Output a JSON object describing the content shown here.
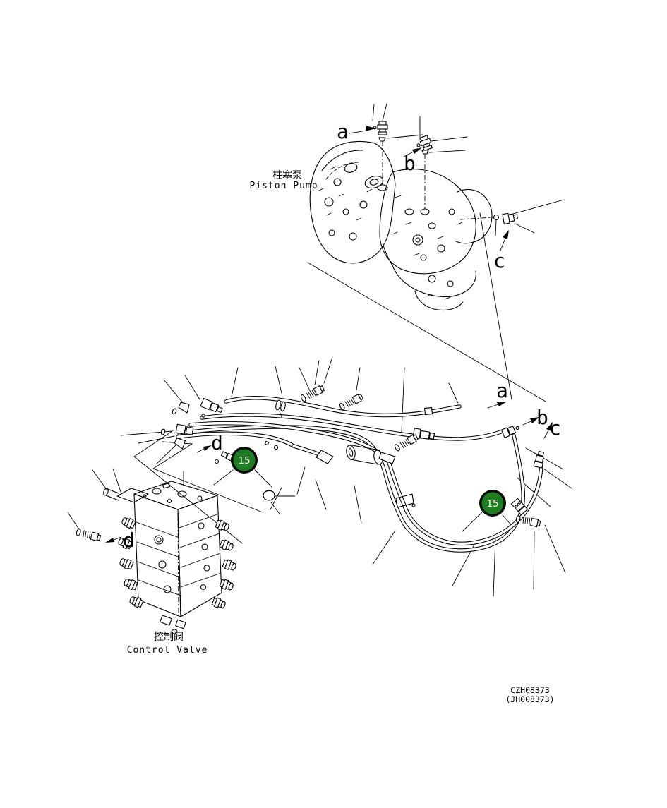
{
  "diagram": {
    "bg_color": "#ffffff",
    "line_color": "#000000",
    "badge_fill": "#1e7d20",
    "badge_ring": "#0a0a0a",
    "badge_text_color": "#ffffff"
  },
  "pump": {
    "name_zh": "柱塞泵",
    "name_en": "Piston Pump",
    "port_a": "a",
    "port_b": "b",
    "port_c": "c"
  },
  "valve": {
    "name_zh": "控制阀",
    "name_en": "Control Valve",
    "port_d": "d"
  },
  "hoses": {
    "to_a": "a",
    "to_b": "b",
    "to_c": "c",
    "to_d": "d"
  },
  "callouts": {
    "badge1": "15",
    "badge2": "15"
  },
  "footer": {
    "code": "CZH08373",
    "code_alt": "(JH008373)"
  }
}
